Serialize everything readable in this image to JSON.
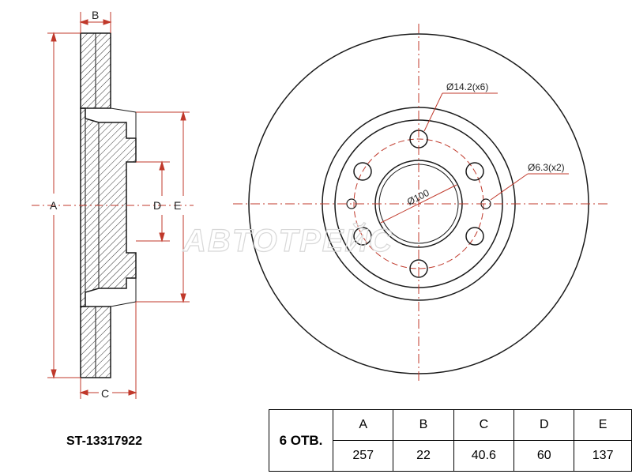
{
  "dimension_labels": {
    "A": "A",
    "B": "B",
    "C": "C",
    "D": "D",
    "E": "E",
    "bolt_hole": "Ø14.2(x6)",
    "pin_hole": "Ø6.3(x2)",
    "pcd": "Ø100"
  },
  "watermark": "ABTOTPEЙC",
  "part_number": "ST-13317922",
  "spec_table": {
    "holes_label": "6 ОТВ.",
    "headers": [
      "A",
      "B",
      "C",
      "D",
      "E"
    ],
    "values": [
      "257",
      "22",
      "40.6",
      "60",
      "137"
    ]
  },
  "colors": {
    "outline": "#1a1a1a",
    "dimension": "#c0392b",
    "centerline": "#c0392b",
    "hatch": "#333333"
  }
}
